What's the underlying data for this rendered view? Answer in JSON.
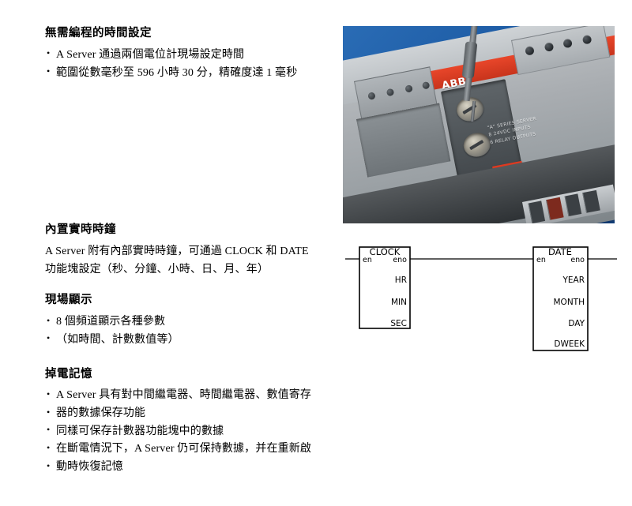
{
  "document": {
    "language": "zh-Hant",
    "sections": [
      {
        "id": "no-programming-timer",
        "heading": "無需編程的時間設定",
        "bullets": [
          "A Server 通過兩個電位計現場設定時間",
          "範圍從數毫秒至 596 小時 30 分，精確度達 1 毫秒"
        ]
      },
      {
        "id": "realtime-clock",
        "heading": "內置實時時鐘",
        "paragraph_line1": "A Server 附有內部實時時鐘，可通過 CLOCK 和 DATE",
        "paragraph_line2": "功能塊設定（秒、分鐘、小時、日、月、年）"
      },
      {
        "id": "onsite-display",
        "heading": "現場顯示",
        "bullets": [
          "8 個頻道顯示各種參數",
          "（如時間、計數數值等）"
        ]
      },
      {
        "id": "power-loss-memory",
        "heading": "掉電記憶",
        "bullets": [
          "A Server 具有對中間繼電器、時間繼電器、數值寄存",
          "器的數據保存功能",
          "同樣可保存計數器功能塊中的數據",
          "在斷電情況下，A Server 仍可保持數據，并在重新啟",
          "動時恢復記憶"
        ]
      }
    ]
  },
  "photo": {
    "alt": "ABB A Series Server PLC with screwdriver adjusting potentiometer",
    "brand": "ABB",
    "moulded_label_line1": "\"A\" SERIES SERVER",
    "moulded_label_line2": "8 24VDC INPUTS",
    "moulded_label_line3": "6 RELAY OUTPUTS",
    "background_color": "#1d5ba4",
    "body_color": "#a9adb1",
    "accent_color": "#d63a20",
    "dip_switch_color": "#d6361c",
    "led_count": 4
  },
  "diagram": {
    "type": "function-block-diagram",
    "blocks": [
      {
        "name": "CLOCK",
        "input_pin": "en",
        "outputs": [
          "eno",
          "HR",
          "MIN",
          "SEC"
        ]
      },
      {
        "name": "DATE",
        "input_pin": "en",
        "outputs": [
          "eno",
          "YEAR",
          "MONTH",
          "DAY",
          "DWEEK"
        ]
      }
    ],
    "line_color": "#000000"
  }
}
